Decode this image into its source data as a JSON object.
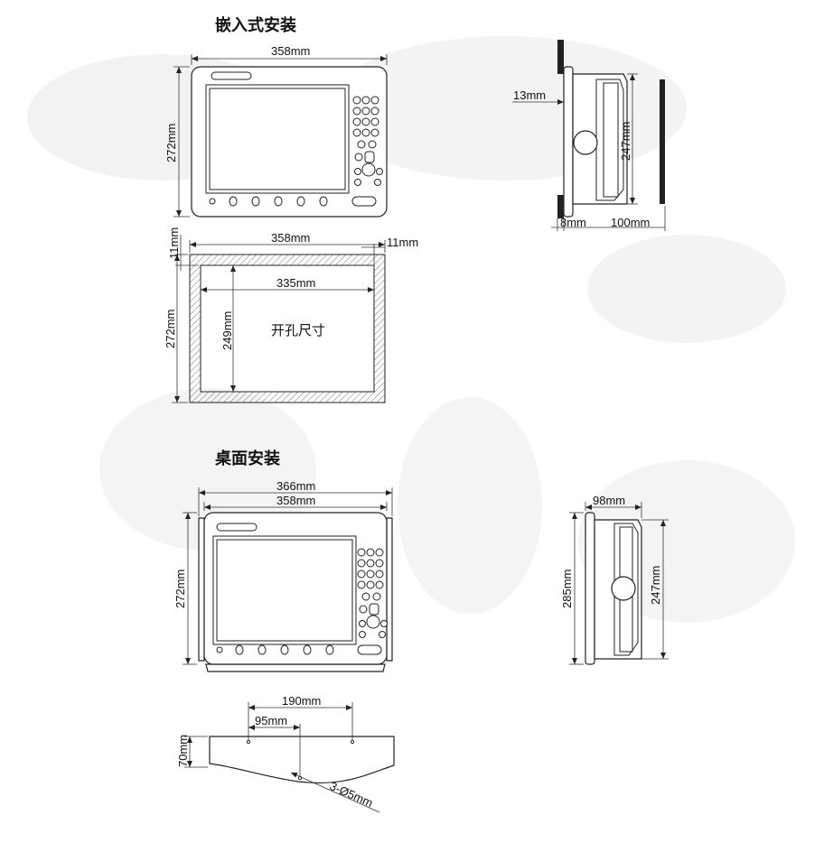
{
  "headings": {
    "flush_mount": "嵌入式安装",
    "desktop_mount": "桌面安装"
  },
  "flush": {
    "front_width": "358mm",
    "front_height": "272mm",
    "side_bezel": "13mm",
    "side_body_height": "247mm",
    "side_front_depth": "8mm",
    "side_rear_depth": "100mm"
  },
  "cutout": {
    "outer_width": "358mm",
    "margin_top": "11mm",
    "margin_right": "11mm",
    "outer_height": "272mm",
    "inner_width": "335mm",
    "inner_height": "249mm",
    "label": "开孔尺寸"
  },
  "desktop": {
    "bracket_width": "366mm",
    "front_width": "358mm",
    "front_height": "272mm",
    "side_depth": "98mm",
    "side_total_height": "285mm",
    "side_body_height": "247mm",
    "base_hole_spacing": "190mm",
    "base_hole_offset": "95mm",
    "base_height": "70mm",
    "base_holes": "3-Ø5mm"
  }
}
